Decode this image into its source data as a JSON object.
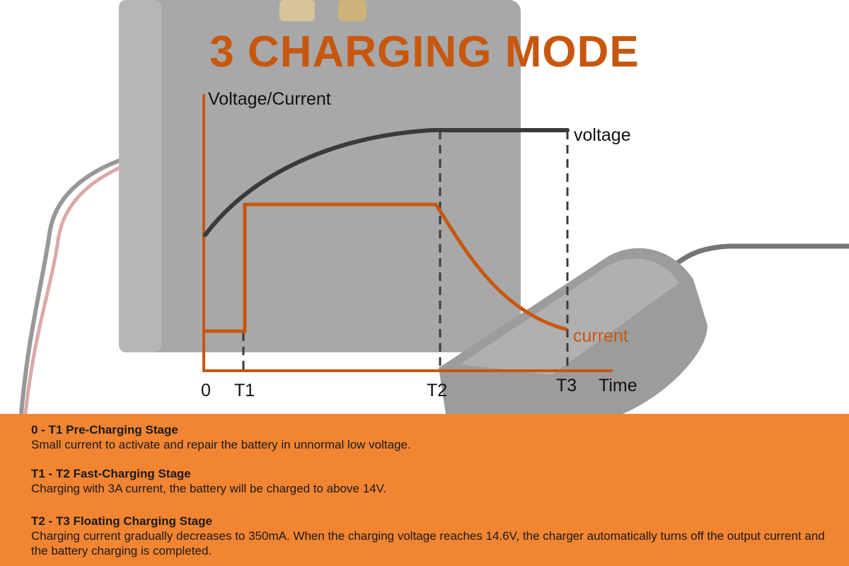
{
  "title": "3 CHARGING MODE",
  "chart": {
    "y_axis_label": "Voltage/Current",
    "voltage_label": "voltage",
    "current_label": "current",
    "x_axis_label": "Time",
    "ticks": [
      "0",
      "T1",
      "T2",
      "T3"
    ],
    "colors": {
      "voltage": "#3a3a3a",
      "current": "#c8570e",
      "axis": "#c8570e",
      "panel": "#f28532"
    }
  },
  "stages": [
    {
      "heading": "0 - T1 Pre-Charging Stage",
      "description": "Small current to activate and repair the battery in unnormal low voltage."
    },
    {
      "heading": "T1 - T2 Fast-Charging Stage",
      "description": "Charging with 3A current, the battery will be charged to above 14V."
    },
    {
      "heading": "T2 - T3 Floating Charging Stage",
      "description": "Charging current gradually decreases to 350mA.  When the charging voltage reaches 14.6V, the charger automatically turns off the output current and the battery charging is completed."
    }
  ]
}
